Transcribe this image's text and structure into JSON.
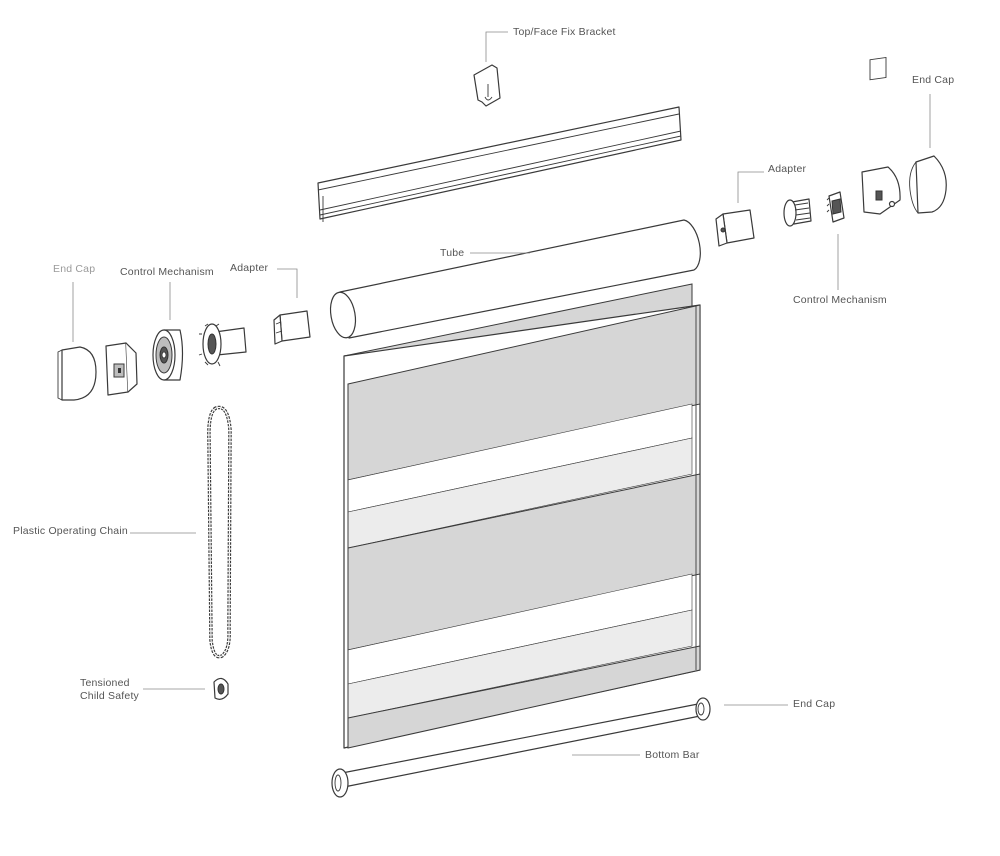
{
  "labels": {
    "top_face_fix_bracket": "Top/Face Fix Bracket",
    "end_cap_right": "End Cap",
    "adapter_right": "Adapter",
    "tube": "Tube",
    "control_mechanism_right": "Control Mechanism",
    "end_cap_left": "End Cap",
    "control_mechanism_left": "Control Mechanism",
    "adapter_left": "Adapter",
    "plastic_operating_chain": "Plastic Operating Chain",
    "tensioned_child_safety_line1": "Tensioned",
    "tensioned_child_safety_line2": "Child Safety",
    "end_cap_bottom": "End Cap",
    "bottom_bar": "Bottom Bar"
  },
  "colors": {
    "line": "#3a3a3a",
    "leader": "#8a8a8a",
    "fabric_solid": "#d6d6d6",
    "fabric_sheer": "#ececec",
    "label_text": "#555555",
    "end_cap_left_label": "#9a9a9a"
  }
}
